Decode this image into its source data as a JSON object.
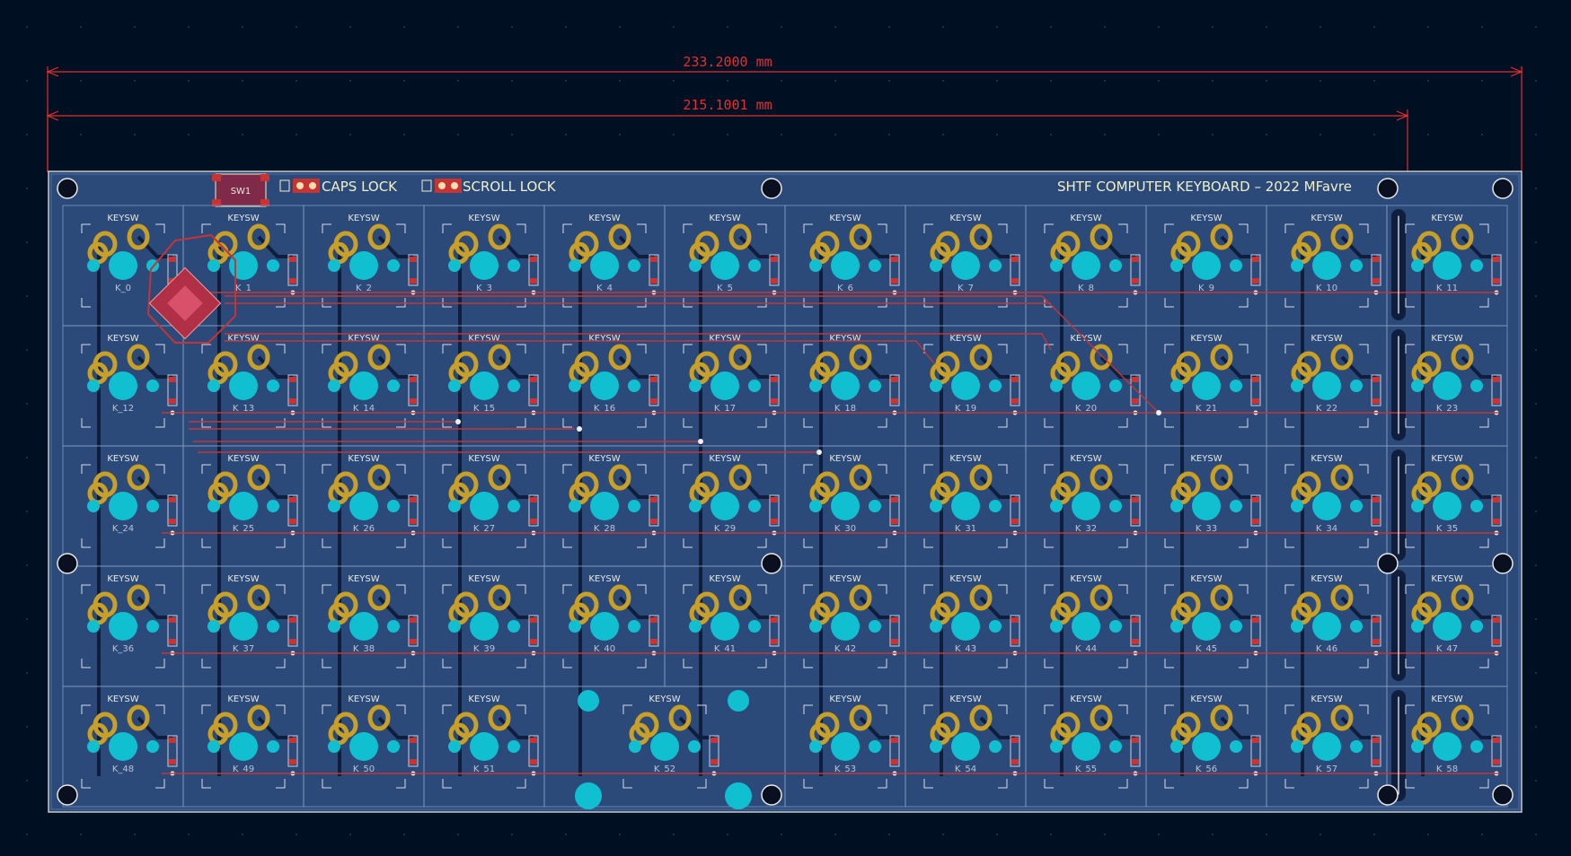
{
  "dimensions": {
    "overall": "233.2000 mm",
    "switch_span": "215.1001 mm"
  },
  "board": {
    "title": "SHTF COMPUTER KEYBOARD – 2022 MFavre",
    "caps_label": "CAPS LOCK",
    "scroll_label": "SCROLL LOCK",
    "reset_switch": "SW1",
    "footprint_label": "KEYSW"
  },
  "keys": [
    [
      "K_0",
      "K_1",
      "K_2",
      "K_3",
      "K_4",
      "K_5",
      "K_6",
      "K_7",
      "K_8",
      "K_9",
      "K_10",
      "K_11"
    ],
    [
      "K_12",
      "K_13",
      "K_14",
      "K_15",
      "K_16",
      "K_17",
      "K_18",
      "K_19",
      "K_20",
      "K_21",
      "K_22",
      "K_23"
    ],
    [
      "K_24",
      "K_25",
      "K_26",
      "K_27",
      "K_28",
      "K_29",
      "K_30",
      "K_31",
      "K_32",
      "K_33",
      "K_34",
      "K_35"
    ],
    [
      "K_36",
      "K_37",
      "K_38",
      "K_39",
      "K_40",
      "K_41",
      "K_42",
      "K_43",
      "K_44",
      "K_45",
      "K_46",
      "K_47"
    ],
    [
      "K_48",
      "K_49",
      "K_50",
      "K_51",
      "K_52",
      "K_53",
      "K_54",
      "K_55",
      "K_56",
      "K_57",
      "K_58"
    ]
  ],
  "colors": {
    "background": "#001023",
    "board_fill": "#2b4a7a",
    "board_edge": "#c8c8c8",
    "copper_front": "#c83434",
    "copper_back": "#0e1e3c",
    "pad_gold": "#c8a028",
    "pad_cyan": "#10c0d0",
    "silkscreen": "#f0f0c8",
    "dimension": "#e03030"
  }
}
